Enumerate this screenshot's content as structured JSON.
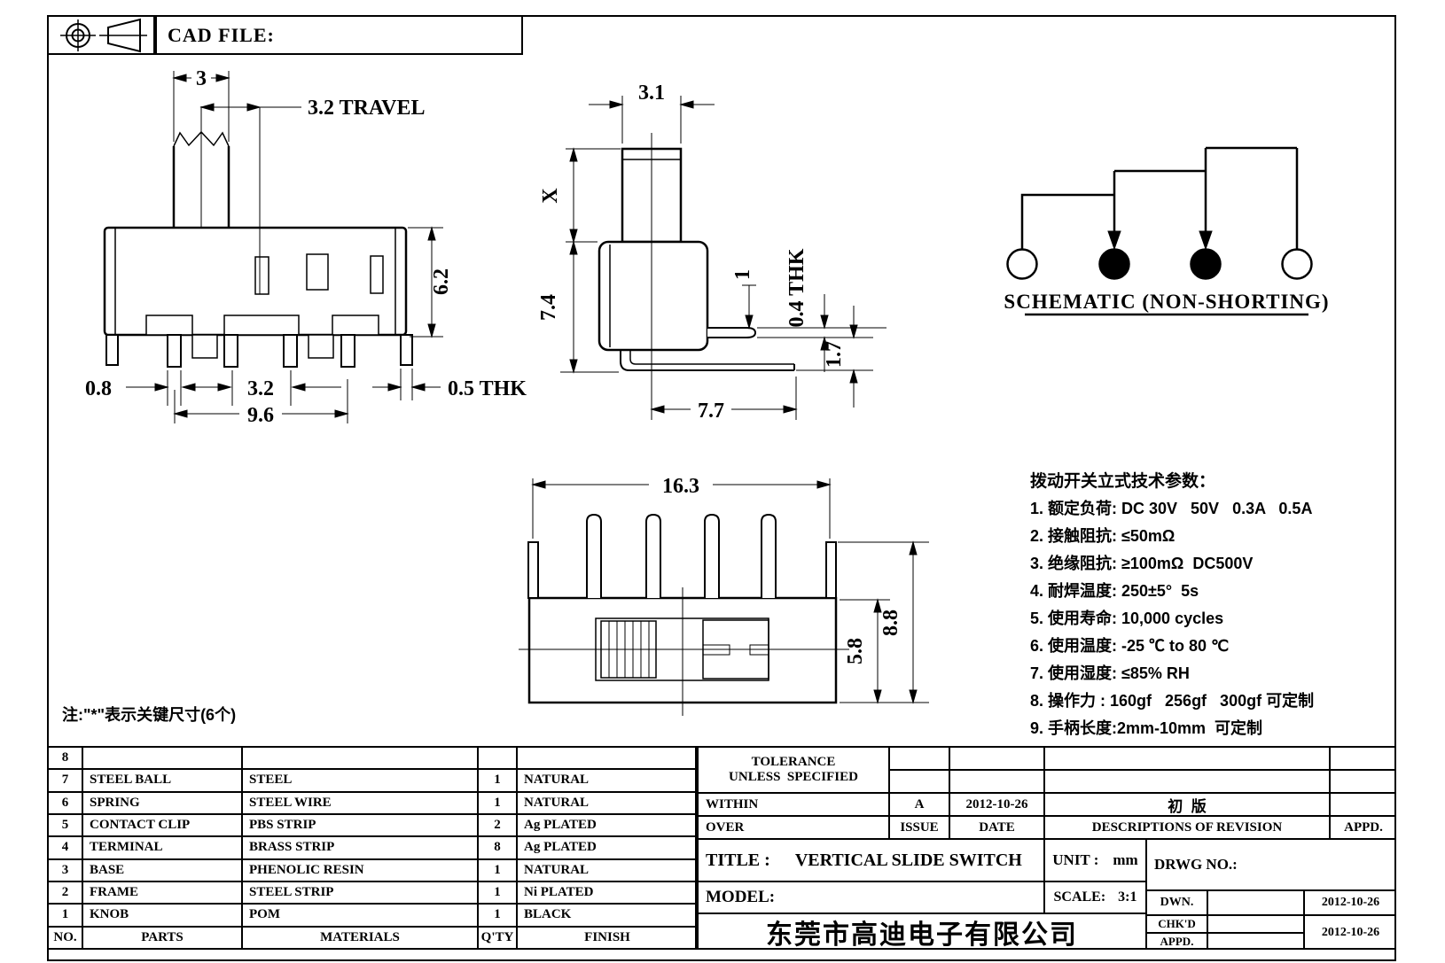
{
  "header": {
    "cad_file": "CAD FILE:"
  },
  "drawings": {
    "front": {
      "dim_knob_width": "3",
      "dim_travel": "3.2 TRAVEL",
      "dim_height": "6.2",
      "dim_pin": "0.8",
      "dim_pitch": "3.2",
      "dim_thk": "0.5 THK",
      "dim_span": "9.6"
    },
    "side": {
      "dim_width": "3.1",
      "dim_knob_h": "X",
      "dim_body_h": "7.4",
      "dim_tab": "1",
      "dim_thk": "0.4 THK",
      "dim_gap": "1.7",
      "dim_len": "7.7"
    },
    "topview": {
      "dim_len": "16.3",
      "dim_body": "5.8",
      "dim_total": "8.8"
    },
    "schematic_title": "SCHEMATIC (NON-SHORTING)"
  },
  "note": "注:\"*\"表示关键尺寸(6个)",
  "specs": {
    "title": "拨动开关立式技术参数：",
    "items": [
      "1. 额定负荷: DC 30V   50V   0.3A   0.5A",
      "2. 接触阻抗: ≤50mΩ",
      "3. 绝缘阻抗: ≥100mΩ  DC500V",
      "4. 耐焊温度: 250±5°  5s",
      "5. 使用寿命: 10,000 cycles",
      "6. 使用温度: -25 ℃ to 80 ℃",
      "7. 使用湿度: ≤85% RH",
      "8. 操作力 : 160gf   256gf   300gf 可定制",
      "9. 手柄长度:2mm-10mm  可定制"
    ]
  },
  "parts_table": {
    "headers": {
      "no": "NO.",
      "parts": "PARTS",
      "materials": "MATERIALS",
      "qty": "Q'TY",
      "finish": "FINISH"
    },
    "rows": [
      {
        "no": "8",
        "parts": "",
        "materials": "",
        "qty": "",
        "finish": ""
      },
      {
        "no": "7",
        "parts": "STEEL BALL",
        "materials": "STEEL",
        "qty": "1",
        "finish": "NATURAL"
      },
      {
        "no": "6",
        "parts": "SPRING",
        "materials": "STEEL WIRE",
        "qty": "1",
        "finish": "NATURAL"
      },
      {
        "no": "5",
        "parts": "CONTACT CLIP",
        "materials": "PBS STRIP",
        "qty": "2",
        "finish": "Ag PLATED"
      },
      {
        "no": "4",
        "parts": "TERMINAL",
        "materials": "BRASS STRIP",
        "qty": "8",
        "finish": "Ag PLATED"
      },
      {
        "no": "3",
        "parts": "BASE",
        "materials": "PHENOLIC RESIN",
        "qty": "1",
        "finish": "NATURAL"
      },
      {
        "no": "2",
        "parts": "FRAME",
        "materials": "STEEL STRIP",
        "qty": "1",
        "finish": "Ni PLATED"
      },
      {
        "no": "1",
        "parts": "KNOB",
        "materials": "POM",
        "qty": "1",
        "finish": "BLACK"
      }
    ]
  },
  "title_block": {
    "tolerance_line1": "TOLERANCE",
    "tolerance_line2": "UNLESS  SPECIFIED",
    "within": "WITHIN",
    "over": "OVER",
    "issue_value": "A",
    "issue_label": "ISSUE",
    "date_value": "2012-10-26",
    "date_label": "DATE",
    "revision_value": "初  版",
    "revision_label": "DESCRIPTIONS OF REVISION",
    "appd_label": "APPD.",
    "title_label": "TITLE :",
    "title_value": "VERTICAL SLIDE SWITCH",
    "unit_label": "UNIT :",
    "unit_value": "mm",
    "drwg_label": "DRWG NO.:",
    "model_label": "MODEL:",
    "scale_label": "SCALE:",
    "scale_value": "3:1",
    "company": "东莞市高迪电子有限公司",
    "dwn_label": "DWN.",
    "dwn_date": "2012-10-26",
    "chkd_label": "CHK'D",
    "appd2_label": "APPD.",
    "chk_date": "2012-10-26"
  }
}
